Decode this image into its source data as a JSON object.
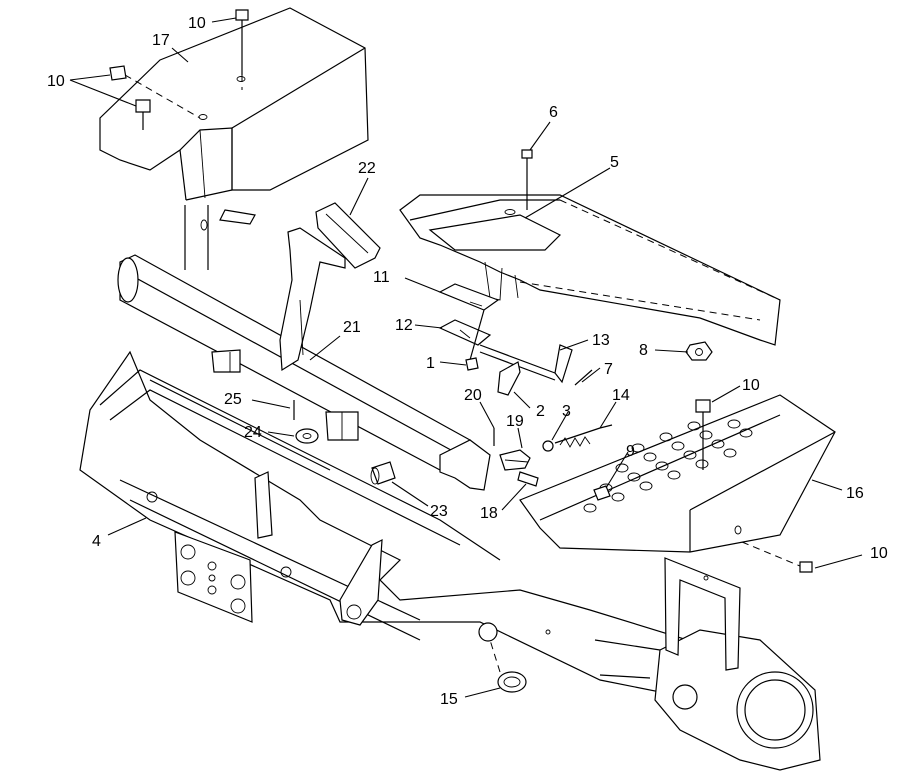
{
  "callouts": [
    {
      "id": "c-10a",
      "label": "10"
    },
    {
      "id": "c-17",
      "label": "17"
    },
    {
      "id": "c-10b",
      "label": "10"
    },
    {
      "id": "c-22",
      "label": "22"
    },
    {
      "id": "c-6",
      "label": "6"
    },
    {
      "id": "c-5",
      "label": "5"
    },
    {
      "id": "c-11",
      "label": "11"
    },
    {
      "id": "c-12",
      "label": "12"
    },
    {
      "id": "c-21",
      "label": "21"
    },
    {
      "id": "c-13",
      "label": "13"
    },
    {
      "id": "c-1",
      "label": "1"
    },
    {
      "id": "c-8",
      "label": "8"
    },
    {
      "id": "c-7",
      "label": "7"
    },
    {
      "id": "c-20",
      "label": "20"
    },
    {
      "id": "c-25",
      "label": "25"
    },
    {
      "id": "c-2",
      "label": "2"
    },
    {
      "id": "c-3",
      "label": "3"
    },
    {
      "id": "c-14",
      "label": "14"
    },
    {
      "id": "c-10c",
      "label": "10"
    },
    {
      "id": "c-19",
      "label": "19"
    },
    {
      "id": "c-24",
      "label": "24"
    },
    {
      "id": "c-9",
      "label": "9"
    },
    {
      "id": "c-16",
      "label": "16"
    },
    {
      "id": "c-23",
      "label": "23"
    },
    {
      "id": "c-18",
      "label": "18"
    },
    {
      "id": "c-4",
      "label": "4"
    },
    {
      "id": "c-10d",
      "label": "10"
    },
    {
      "id": "c-15",
      "label": "15"
    }
  ]
}
